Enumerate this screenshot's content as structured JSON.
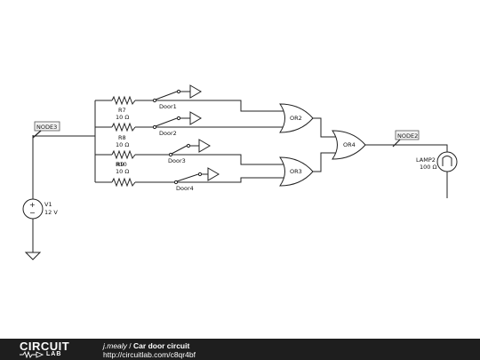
{
  "nodes": {
    "node3": "NODE3",
    "node2": "NODE2"
  },
  "source": {
    "name": "V1",
    "value": "12 V"
  },
  "resistors": [
    {
      "name": "R7",
      "value": "10 Ω"
    },
    {
      "name": "R8",
      "value": "10 Ω"
    },
    {
      "name": "R10",
      "value": "10 Ω",
      "name_overlap": "R9"
    }
  ],
  "switches": [
    "Door1",
    "Door2",
    "Door3",
    "Door4"
  ],
  "gates": [
    "OR2",
    "OR3",
    "OR4"
  ],
  "lamp": {
    "name": "LAMP2",
    "value": "100 Ω"
  },
  "footer": {
    "logo_top": "CIRCUIT",
    "logo_bottom": "LAB",
    "author": "j.mealy",
    "separator": " / ",
    "title": "Car door circuit",
    "url": "http://circuitlab.com/c8qr4bf"
  }
}
